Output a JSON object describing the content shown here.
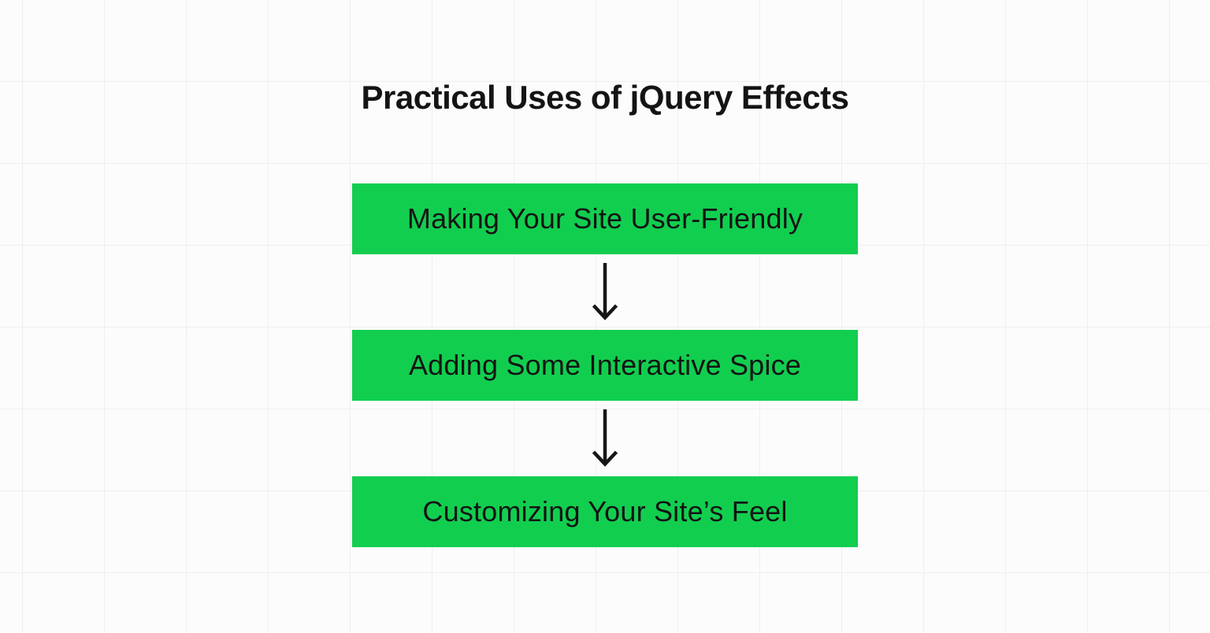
{
  "theme": {
    "background_color": "#FCFCFC",
    "grid_line_color": "#EFEFEF",
    "accent_color": "#12CE4F",
    "text_color": "#141414",
    "arrow_color": "#161616"
  },
  "diagram": {
    "title": "Practical Uses of jQuery Effects",
    "connector_icon": "down-arrow-icon",
    "steps": [
      {
        "label": "Making Your Site User-Friendly"
      },
      {
        "label": "Adding Some Interactive Spice"
      },
      {
        "label": "Customizing Your Site’s Feel"
      }
    ]
  }
}
